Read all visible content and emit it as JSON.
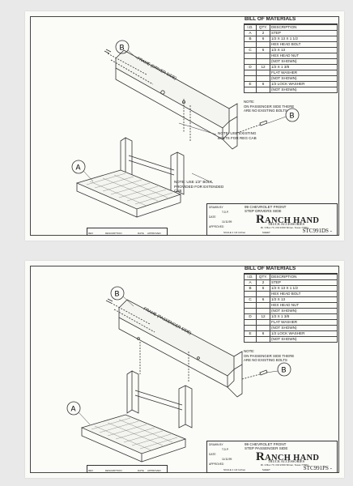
{
  "sheets": [
    {
      "bom_title": "BILL OF MATERIALS",
      "bom_headers": [
        "I.D.",
        "QTY.",
        "DESCRIPTION"
      ],
      "bom_rows": [
        [
          "A",
          "2",
          "STEP"
        ],
        [
          "B",
          "6",
          "1/2 X 13 X 1 1/2"
        ],
        [
          "",
          "",
          "HEX HEAD BOLT"
        ],
        [
          "C",
          "6",
          "1/2 X 13"
        ],
        [
          "",
          "",
          "HEX HEAD NUT"
        ],
        [
          "",
          "",
          "(NOT SHOWN)"
        ],
        [
          "D",
          "12",
          "1/2 X 1 3/8"
        ],
        [
          "",
          "",
          "FLAT WASHER"
        ],
        [
          "",
          "",
          "(NOT SHOWN)"
        ],
        [
          "E",
          "6",
          "1/2 LOCK WASHER"
        ],
        [
          "",
          "",
          "(NOT SHOWN)"
        ]
      ],
      "bom_note": "NOTE:\nON PASSENGER SIDE THERE\nARE NO EXISTING BOLTS",
      "frame_label": "FRAME (DRIVER SIDE)",
      "callout_a": "A",
      "callout_b": "B",
      "note_existing": "NOTE: USE EXISTING\nBOLTS FOR REG CAB",
      "note_extended": "NOTE: USE 1/2\" BOLT\nPROVIDED FOR EXTENDED\nCAB",
      "title_block": {
        "title_line1": "99 CHEVROLET FRONT",
        "title_line2": "STEP DRIVERS SIDE",
        "brand_r": "R",
        "brand_rest": "ANCH HAND",
        "brand_sub": "TRUCK ACCESSORIES",
        "address": "Rt. 3 Box 7X, FM 2X00 Shiner, Texas 77984",
        "drawn_by_label": "DRAWN BY",
        "drawn_by": "T.D.P.",
        "date_label": "DATE",
        "date": "11/11/99",
        "approved_label": "APPROVED",
        "dwg_no": "STC991DS",
        "rev_mark": "-",
        "scale_label": "SCALE 1 1/2 Inches",
        "sheet_label": "SHEET"
      },
      "rev": {
        "rev_label": "REV",
        "desc_label": "DESCRIPTION",
        "date_label": "DATE",
        "approved_label": "APPROVED"
      }
    },
    {
      "bom_title": "BILL OF MATERIALS",
      "bom_headers": [
        "I.D.",
        "QTY.",
        "DESCRIPTION"
      ],
      "bom_rows": [
        [
          "A",
          "2",
          "STEP"
        ],
        [
          "B",
          "6",
          "1/2 X 13 X 1 1/2"
        ],
        [
          "",
          "",
          "HEX HEAD BOLT"
        ],
        [
          "C",
          "6",
          "1/2 X 13"
        ],
        [
          "",
          "",
          "HEX HEAD NUT"
        ],
        [
          "",
          "",
          "(NOT SHOWN)"
        ],
        [
          "D",
          "12",
          "1/2 X 1 3/8"
        ],
        [
          "",
          "",
          "FLAT WASHER"
        ],
        [
          "",
          "",
          "(NOT SHOWN)"
        ],
        [
          "E",
          "6",
          "1/2 LOCK WASHER"
        ],
        [
          "",
          "",
          "(NOT SHOWN)"
        ]
      ],
      "bom_note": "NOTE:\nON PASSENGER SIDE THERE\nARE NO EXISTING BOLTS",
      "frame_label": "FRAME (PASSENGER SIDE)",
      "callout_a": "A",
      "callout_b": "B",
      "title_block": {
        "title_line1": "99 CHEVROLET FRONT",
        "title_line2": "STEP PASSENGER SIDE",
        "brand_r": "R",
        "brand_rest": "ANCH HAND",
        "brand_sub": "TRUCK ACCESSORIES",
        "address": "Rt. 3 Box 7X, FM 2X00 Shiner, Texas 77984",
        "drawn_by_label": "DRAWN BY",
        "drawn_by": "T.D.P.",
        "date_label": "DATE",
        "date": "11/11/99",
        "approved_label": "APPROVED",
        "dwg_no": "STC991PS",
        "rev_mark": "-",
        "scale_label": "SCALE 1 1/2 Inches",
        "sheet_label": "SHEET"
      },
      "rev": {
        "rev_label": "REV",
        "desc_label": "DESCRIPTION",
        "date_label": "DATE",
        "approved_label": "APPROVED"
      }
    }
  ]
}
